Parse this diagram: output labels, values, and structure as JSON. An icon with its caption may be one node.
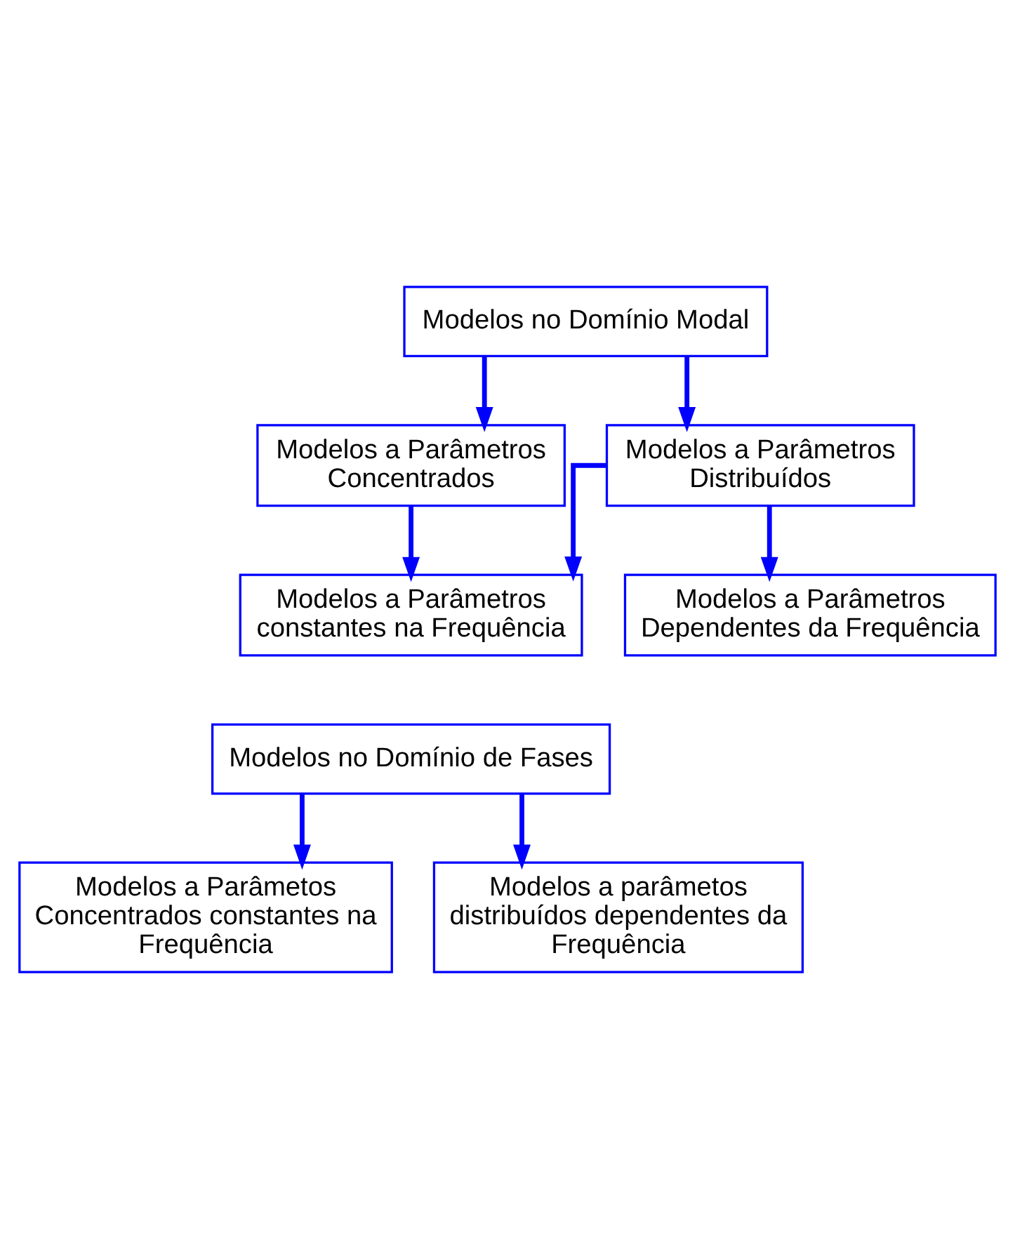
{
  "diagram": {
    "nodes": [
      {
        "text": [
          "Modelos no Domínio Modal"
        ]
      },
      {
        "text": [
          "Modelos a Parâmetros Concentrados"
        ]
      },
      {
        "text": [
          "Modelos a Parâmetros Distribuídos"
        ]
      },
      {
        "text": [
          "Modelos a Parâmetros constantes na Frequência"
        ]
      },
      {
        "text": [
          "Modelos a Parâmetros Dependentes da Frequência"
        ]
      },
      {
        "text": [
          "Modelos no Domínio de Fases"
        ]
      },
      {
        "text": [
          "Modelos a Parâmetos Concentrados constantes na Frequência"
        ]
      },
      {
        "text": [
          "Modelos a parâmetos distribuídos dependentes da Frequência"
        ]
      }
    ],
    "edges": [
      {
        "from": 0,
        "to": 1,
        "arrow": "to"
      },
      {
        "from": 0,
        "to": 2,
        "arrow": "to"
      },
      {
        "from": 1,
        "to": 3,
        "arrow": "to"
      },
      {
        "from": 2,
        "to": 3,
        "arrow": "to"
      },
      {
        "from": 2,
        "to": 4,
        "arrow": "to"
      },
      {
        "from": 5,
        "to": 6,
        "arrow": "to"
      },
      {
        "from": 5,
        "to": 7,
        "arrow": "to"
      }
    ]
  }
}
